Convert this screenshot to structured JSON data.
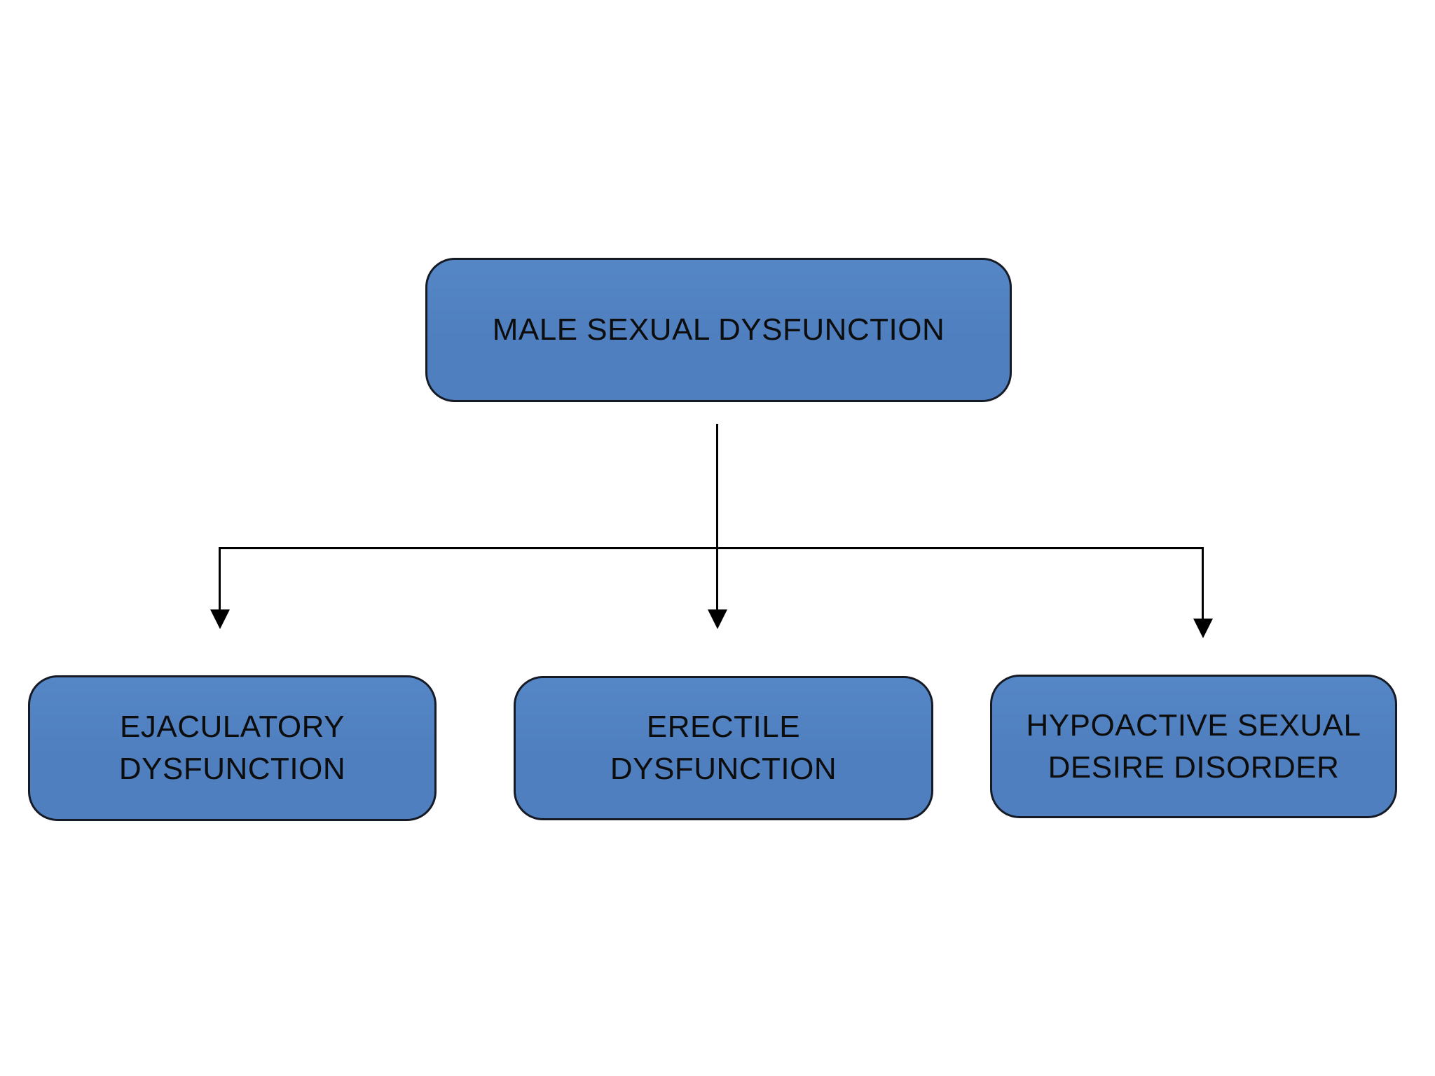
{
  "diagram": {
    "nodes": {
      "root": {
        "label": "MALE SEXUAL DYSFUNCTION"
      },
      "child1": {
        "label": "EJACULATORY\nDYSFUNCTION"
      },
      "child2": {
        "label": "ERECTILE\nDYSFUNCTION"
      },
      "child3": {
        "label": "HYPOACTIVE SEXUAL\nDESIRE DISORDER"
      }
    },
    "colors": {
      "node_fill": "#4f7fbf",
      "node_fill_top": "#5586c6",
      "node_border": "#151a24",
      "connector": "#000000",
      "text": "#0d0d0d",
      "background": "#ffffff"
    }
  }
}
